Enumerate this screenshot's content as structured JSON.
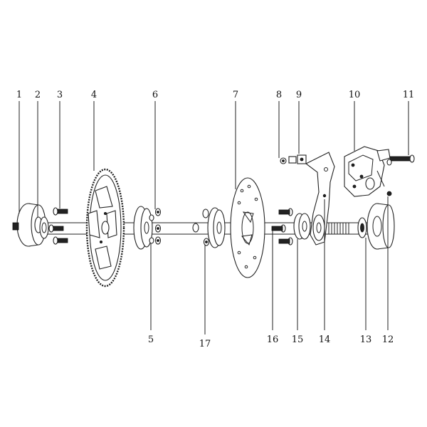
{
  "diagram": {
    "type": "exploded-parts-diagram",
    "callouts": {
      "c1": "1",
      "c2": "2",
      "c3": "3",
      "c4": "4",
      "c5": "5",
      "c6": "6",
      "c7": "7",
      "c8": "8",
      "c9": "9",
      "c10": "10",
      "c11": "11",
      "c12": "12",
      "c13": "13",
      "c14": "14",
      "c15": "15",
      "c16": "16",
      "c17": "17"
    }
  }
}
